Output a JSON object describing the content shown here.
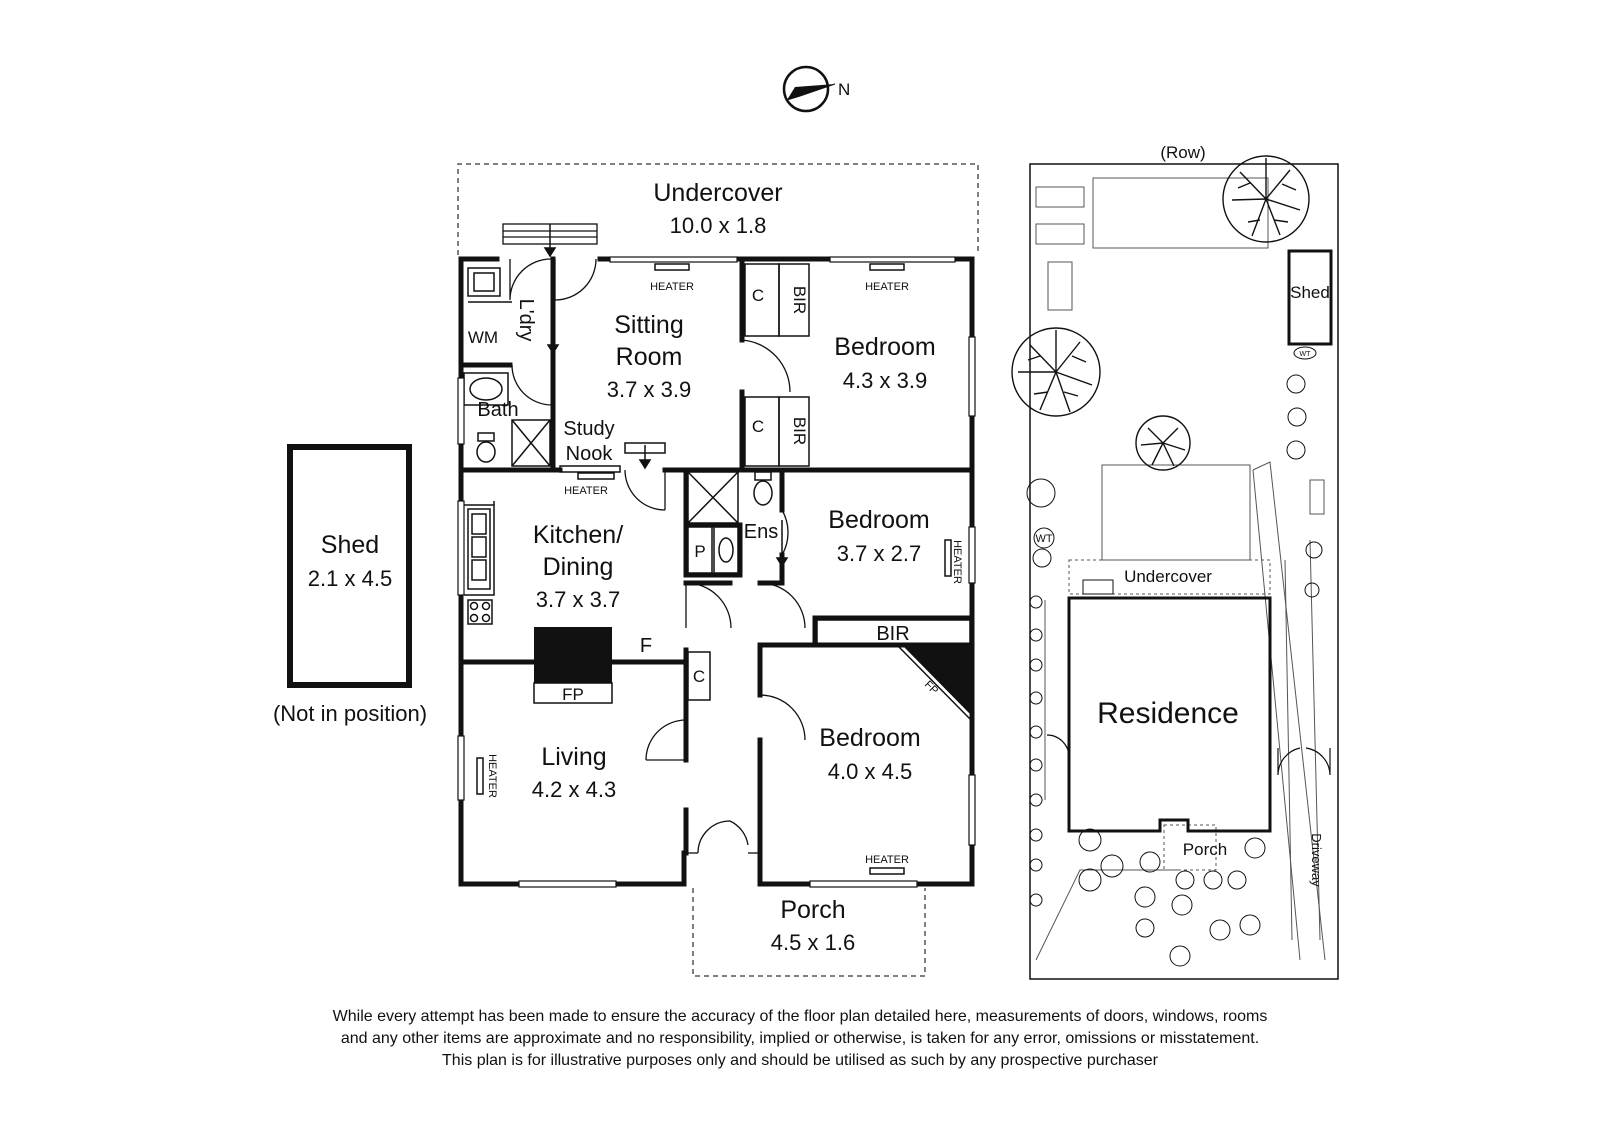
{
  "compass": {
    "north_label": "N"
  },
  "rooms": {
    "undercover": {
      "name": "Undercover",
      "dims": "10.0 x 1.8"
    },
    "laundry": {
      "name": "L'dry"
    },
    "wm": {
      "name": "WM"
    },
    "bath": {
      "name": "Bath"
    },
    "study_nook": {
      "line1": "Study",
      "line2": "Nook"
    },
    "sitting": {
      "line1": "Sitting",
      "line2": "Room",
      "dims": "3.7 x 3.9"
    },
    "bedroom1": {
      "name": "Bedroom",
      "dims": "4.3 x 3.9"
    },
    "kitchen": {
      "line1": "Kitchen/",
      "line2": "Dining",
      "dims": "3.7 x 3.7"
    },
    "ensuite": {
      "name": "Ens"
    },
    "pantry": {
      "name": "P"
    },
    "bedroom2": {
      "name": "Bedroom",
      "dims": "3.7 x 2.7"
    },
    "bir_bottom": {
      "name": "BIR"
    },
    "living": {
      "name": "Living",
      "dims": "4.2 x 4.3"
    },
    "bedroom3": {
      "name": "Bedroom",
      "dims": "4.0 x 4.5"
    },
    "porch": {
      "name": "Porch",
      "dims": "4.5 x 1.6"
    },
    "shed": {
      "name": "Shed",
      "dims": "2.1 x 4.5",
      "note": "(Not in position)"
    }
  },
  "labels": {
    "heater": "HEATER",
    "closet": "C",
    "bir": "BIR",
    "fridge": "F",
    "fireplace": "FP"
  },
  "site": {
    "row": "(Row)",
    "shed": "Shed",
    "wt": "WT",
    "undercover": "Undercover",
    "residence": "Residence",
    "porch": "Porch",
    "driveway": "Driveway"
  },
  "disclaimer": [
    "While every attempt has been made to ensure the accuracy of the floor plan detailed here, measurements of doors, windows, rooms",
    "and any other items are approximate and no responsibility, implied or otherwise, is taken for any error, omissions or misstatement.",
    "This plan is for illustrative purposes only and should be utilised as such by any prospective purchaser"
  ]
}
